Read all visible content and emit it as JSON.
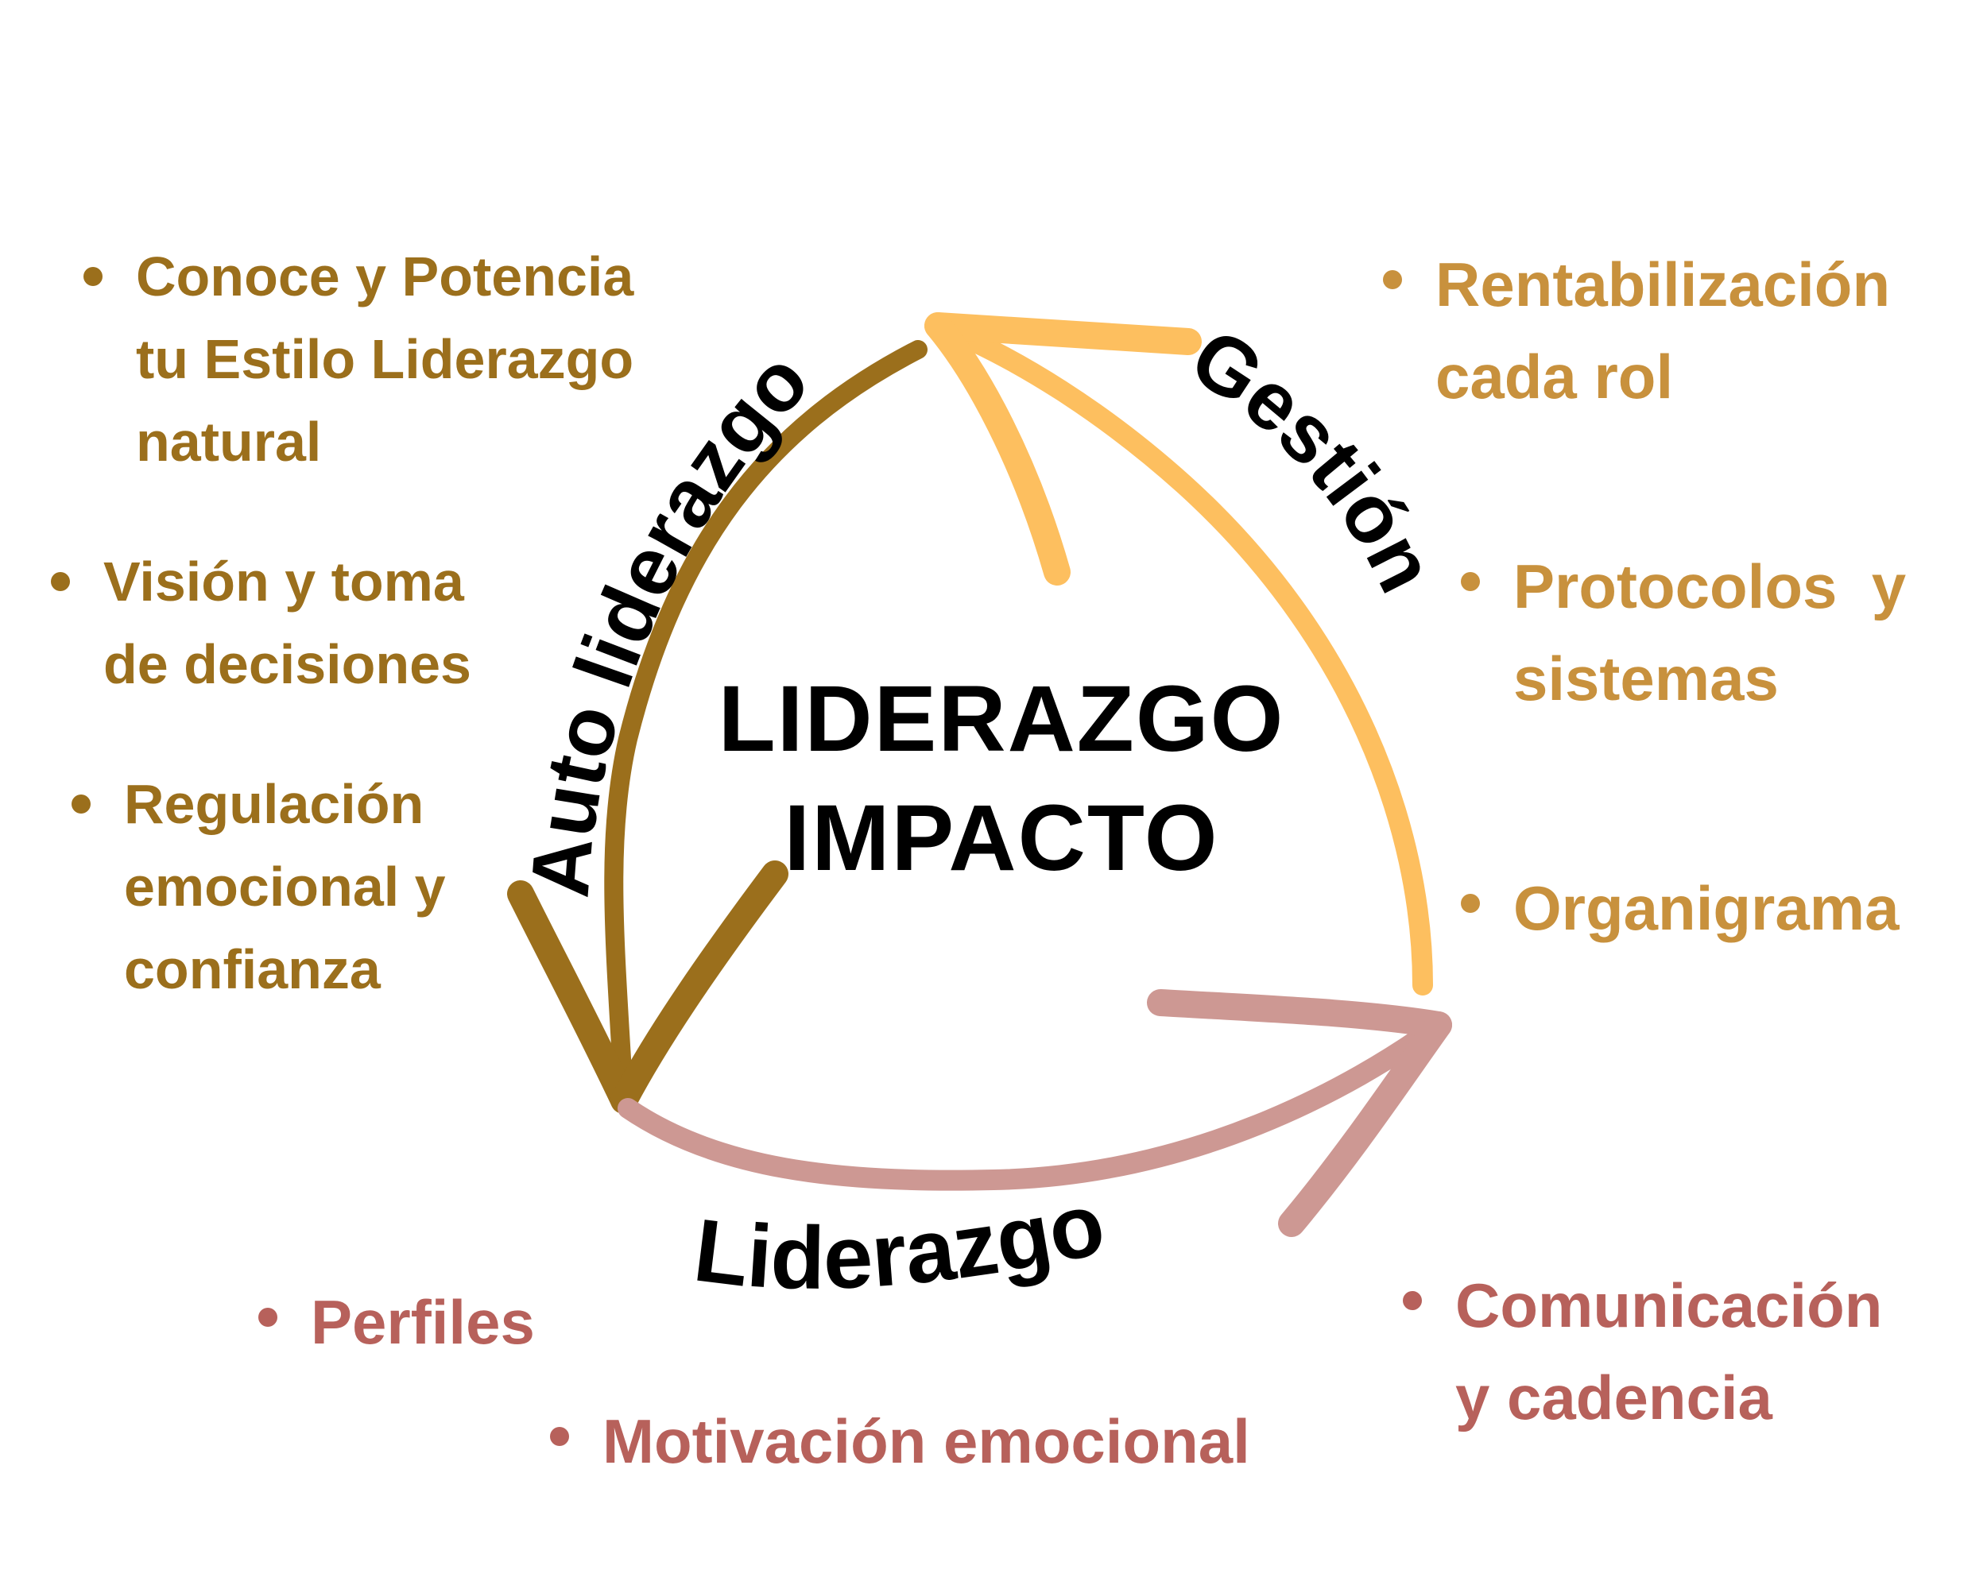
{
  "colors": {
    "auto_liderazgo": "#9b6f1c",
    "gestion": "#c8913d",
    "liderazgo": "#b7615b",
    "arrow_auto": "#9b6f1c",
    "arrow_gestion": "#fdbf5f",
    "arrow_liderazgo": "#cd9893"
  },
  "center": {
    "line1": "LIDERAZGO",
    "line2": "IMPACTO"
  },
  "cycle_labels": {
    "auto_liderazgo": "Auto liderazgo",
    "gestion": "Gestión",
    "liderazgo": "Liderazgo"
  },
  "auto_liderazgo_items": [
    {
      "lines": [
        "Conoce y Potencia",
        "tu Estilo Liderazgo",
        "natural"
      ]
    },
    {
      "lines": [
        "Visión y toma",
        "de decisiones"
      ]
    },
    {
      "lines": [
        "Regulación",
        "emocional y",
        "confianza"
      ]
    }
  ],
  "gestion_items": [
    {
      "lines": [
        "Rentabilización",
        "cada rol"
      ]
    },
    {
      "lines": [
        "Protocolos  y",
        "sistemas"
      ]
    },
    {
      "lines": [
        "Organigrama"
      ]
    }
  ],
  "liderazgo_items": [
    {
      "lines": [
        "Perfiles"
      ]
    },
    {
      "lines": [
        "Motivación emocional"
      ]
    },
    {
      "lines": [
        "Comunicación",
        "y cadencia"
      ]
    }
  ]
}
